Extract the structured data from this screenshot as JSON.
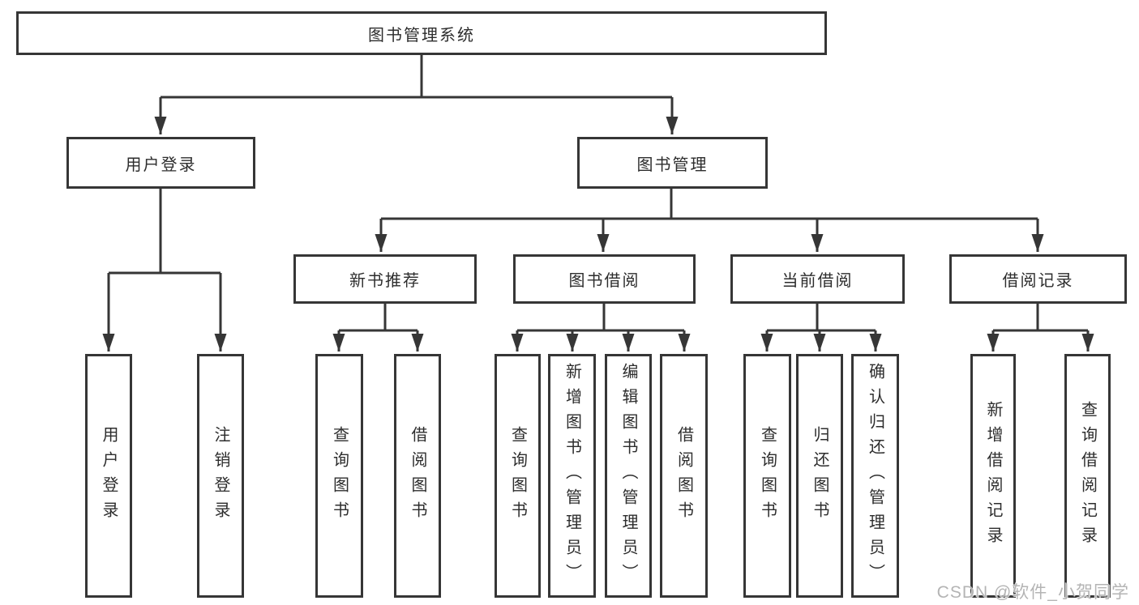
{
  "tree": {
    "label": "图书管理系统",
    "children": [
      {
        "label": "用户登录",
        "children": [
          {
            "label": "用户登录"
          },
          {
            "label": "注销登录"
          }
        ]
      },
      {
        "label": "图书管理",
        "children": [
          {
            "label": "新书推荐",
            "children": [
              {
                "label": "查询图书"
              },
              {
                "label": "借阅图书"
              }
            ]
          },
          {
            "label": "图书借阅",
            "children": [
              {
                "label": "查询图书"
              },
              {
                "label": "新增图书（管理员）"
              },
              {
                "label": "编辑图书（管理员）"
              },
              {
                "label": "借阅图书"
              }
            ]
          },
          {
            "label": "当前借阅",
            "children": [
              {
                "label": "查询图书"
              },
              {
                "label": "归还图书"
              },
              {
                "label": "确认归还（管理员）"
              }
            ]
          },
          {
            "label": "借阅记录",
            "children": [
              {
                "label": "新增借阅记录"
              },
              {
                "label": "查询借阅记录"
              }
            ]
          }
        ]
      }
    ]
  },
  "watermark": {
    "text": "CSDN @软件_小贺同学"
  },
  "colors": {
    "line": "#363636",
    "text": "#2d2d2d",
    "watermark": "#b4b4b4",
    "background": "#ffffff"
  }
}
